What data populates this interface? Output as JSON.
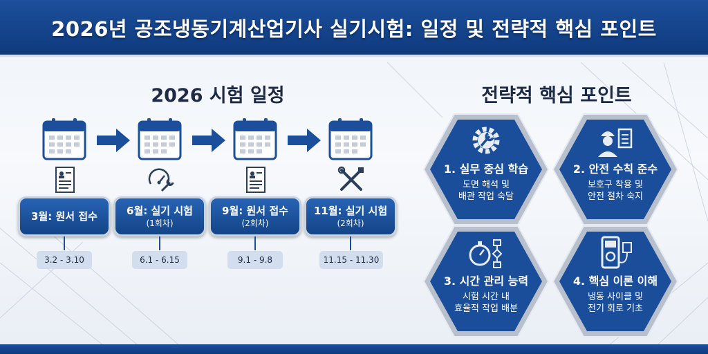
{
  "header": {
    "title": "2026년 공조냉동기계산업기사 실기시험: 일정 및 전략적 핵심 포인트"
  },
  "schedule": {
    "title": "2026 시험 일정",
    "steps": [
      {
        "label": "3월: 원서 접수",
        "sub": "",
        "dates": "3.2 - 3.10",
        "icon": "document-icon"
      },
      {
        "label": "6월: 실기 시험",
        "sub": "(1회차)",
        "dates": "6.1 - 6.15",
        "icon": "gauge-wrench-icon"
      },
      {
        "label": "9월: 원서 접수",
        "sub": "(2회차)",
        "dates": "9.1 - 9.8",
        "icon": "document-icon"
      },
      {
        "label": "11월: 실기 시험",
        "sub": "(2회차)",
        "dates": "11.15 - 11.30",
        "icon": "tools-icon"
      }
    ]
  },
  "strategy": {
    "title": "전략적 핵심 포인트",
    "points": [
      {
        "title": "1. 실무 중심 학습",
        "line1": "도면 해석 및",
        "line2": "배관 작업 숙달",
        "icon": "gear-wrench-icon"
      },
      {
        "title": "2. 안전 수칙 준수",
        "line1": "보호구 착용 및",
        "line2": "안전 절차 숙지",
        "icon": "worker-checklist-icon"
      },
      {
        "title": "3. 시간 관리 능력",
        "line1": "시험 시간 내",
        "line2": "효율적 작업 배분",
        "icon": "stopwatch-flow-icon"
      },
      {
        "title": "4. 핵심 이론 이해",
        "line1": "냉동 사이클 및",
        "line2": "전기 회로 기초",
        "icon": "multimeter-icon"
      }
    ]
  },
  "colors": {
    "primary": "#1b4f9c",
    "dark": "#0f3a7d",
    "silver": "#c9d2de",
    "pill": "#d2deed"
  }
}
